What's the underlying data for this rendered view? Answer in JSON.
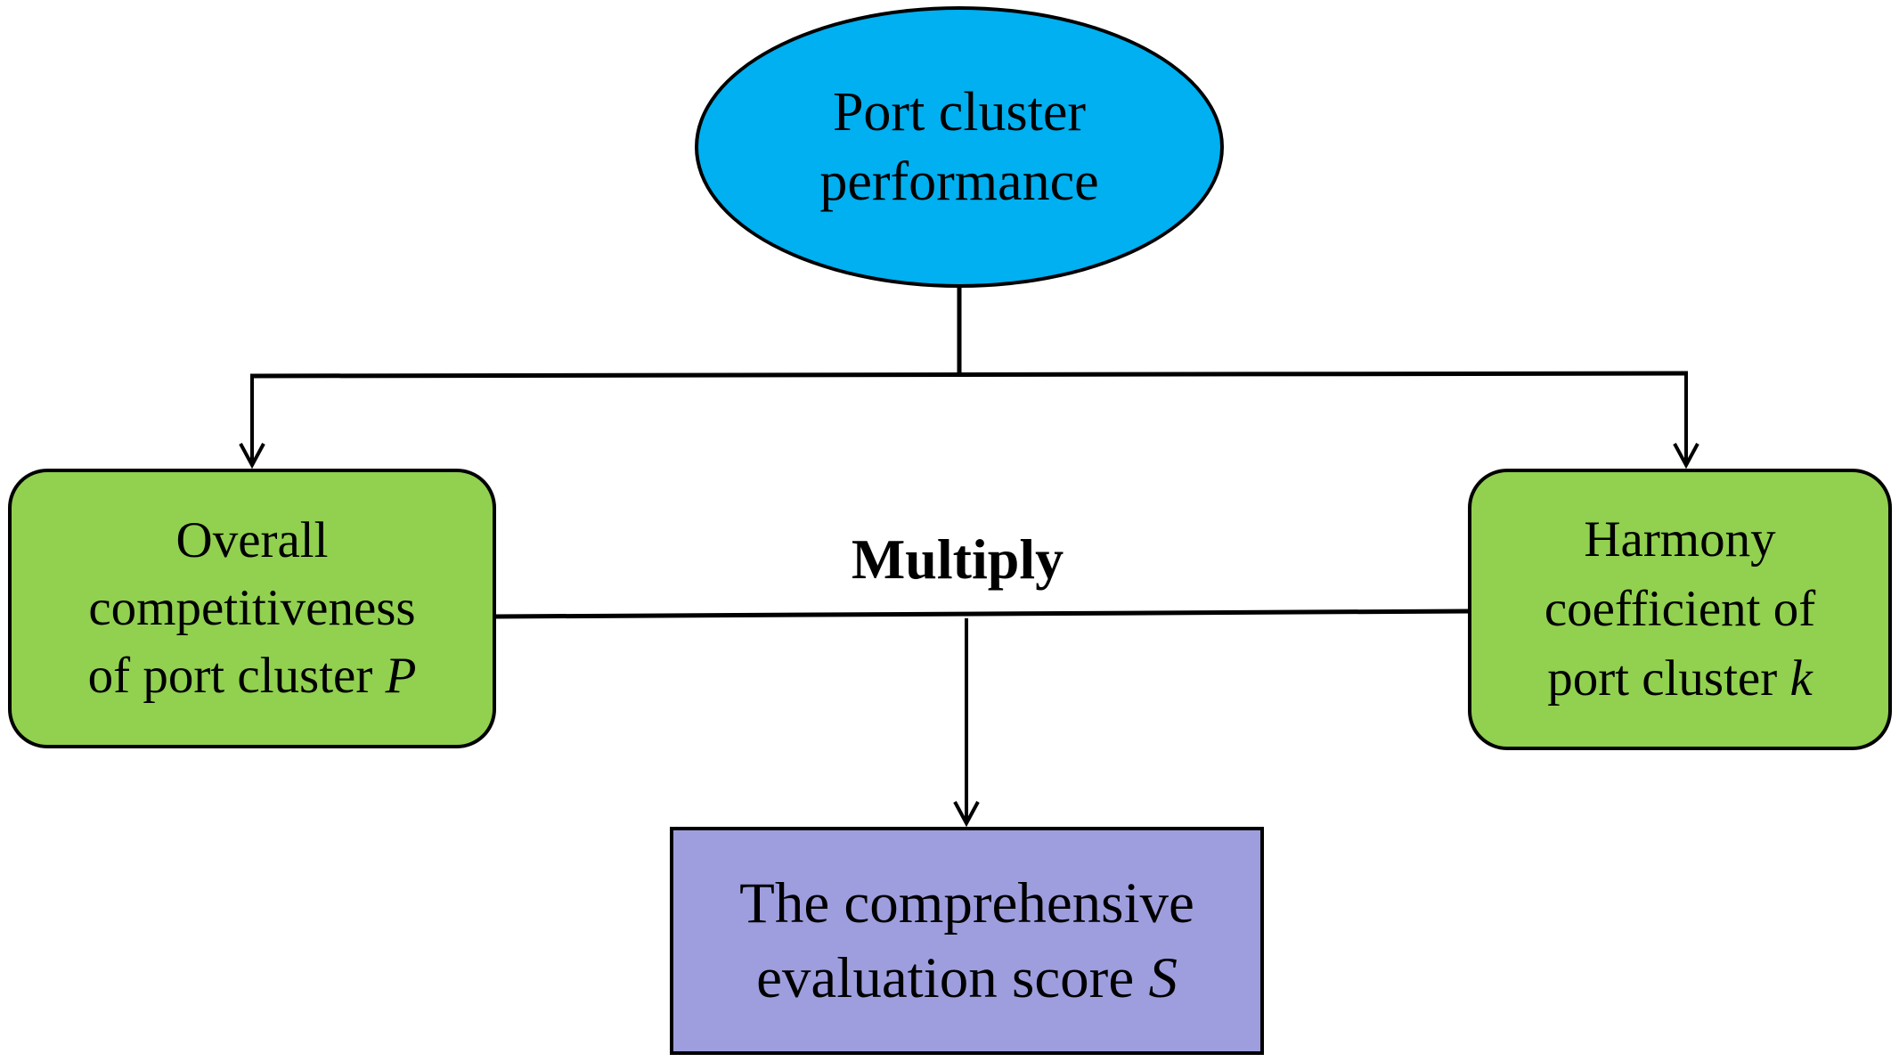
{
  "colors": {
    "top_node_fill": "#00B0F0",
    "side_node_fill": "#92D050",
    "result_node_fill": "#9E9EDE",
    "stroke": "#000000"
  },
  "nodes": {
    "top": {
      "line1": "Port cluster",
      "line2": "performance"
    },
    "left": {
      "line1": "Overall",
      "line2": "competitiveness",
      "line3_text": "of port cluster",
      "line3_symbol": "P"
    },
    "right": {
      "line1": "Harmony",
      "line2": "coefficient of",
      "line3_text": "port cluster",
      "line3_symbol": "k"
    },
    "bottom": {
      "line1": "The comprehensive",
      "line2_text": "evaluation score",
      "line2_symbol": "S"
    }
  },
  "operation_label": "Multiply"
}
